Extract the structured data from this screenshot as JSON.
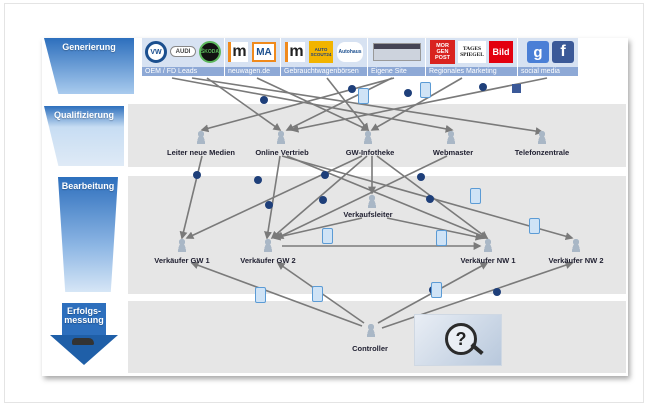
{
  "stages": {
    "generation": "Generierung",
    "qualification": "Qualifizierung",
    "processing": "Bearbeitung",
    "measurement": "Erfolgs-\nmessung"
  },
  "sources": {
    "oem": "OEM / FD Leads",
    "newcar": "neuwagen.de",
    "usedcar": "Gebrauchtwagenbörsen",
    "own_site": "Eigene Site",
    "regional": "Regionales Marketing",
    "social": "social media"
  },
  "logos": {
    "vw": "VW",
    "audi": "AUDI",
    "skoda": "ŠKODA",
    "m1": "m",
    "ma": "MA",
    "m2": "m",
    "autoscout": "AUTO SCOUT24",
    "autohaus": "Autohaus",
    "morgenpost": "MOR GEN POST",
    "tagesspiegel": "TAGES SPIEGEL",
    "bild": "Bild",
    "googleplus": "g",
    "facebook": "f"
  },
  "nodes": {
    "leiter": "Leiter neue Medien",
    "online": "Online Vertrieb",
    "infotheke": "GW-Infotheke",
    "webmaster": "Webmaster",
    "telefon": "Telefonzentrale",
    "verkaufsleiter": "Verkaufsleiter",
    "gw1": "Verkäufer GW 1",
    "gw2": "Verkäufer GW 2",
    "nw1": "Verkäufer NW 1",
    "nw2": "Verkäufer NW 2",
    "controller": "Controller"
  },
  "colors": {
    "stage_blue": "#1f5fa8",
    "stage_light": "#a8c8ec",
    "band": "#e6e6e6",
    "arrow": "#7a7a7a",
    "email_icon": "#1e3f7a",
    "phone_icon": "#5b9bd5"
  },
  "icons": [
    "person-icon",
    "email-icon",
    "phone-icon",
    "facebook-icon",
    "question-chart-icon",
    "car-icon"
  ]
}
